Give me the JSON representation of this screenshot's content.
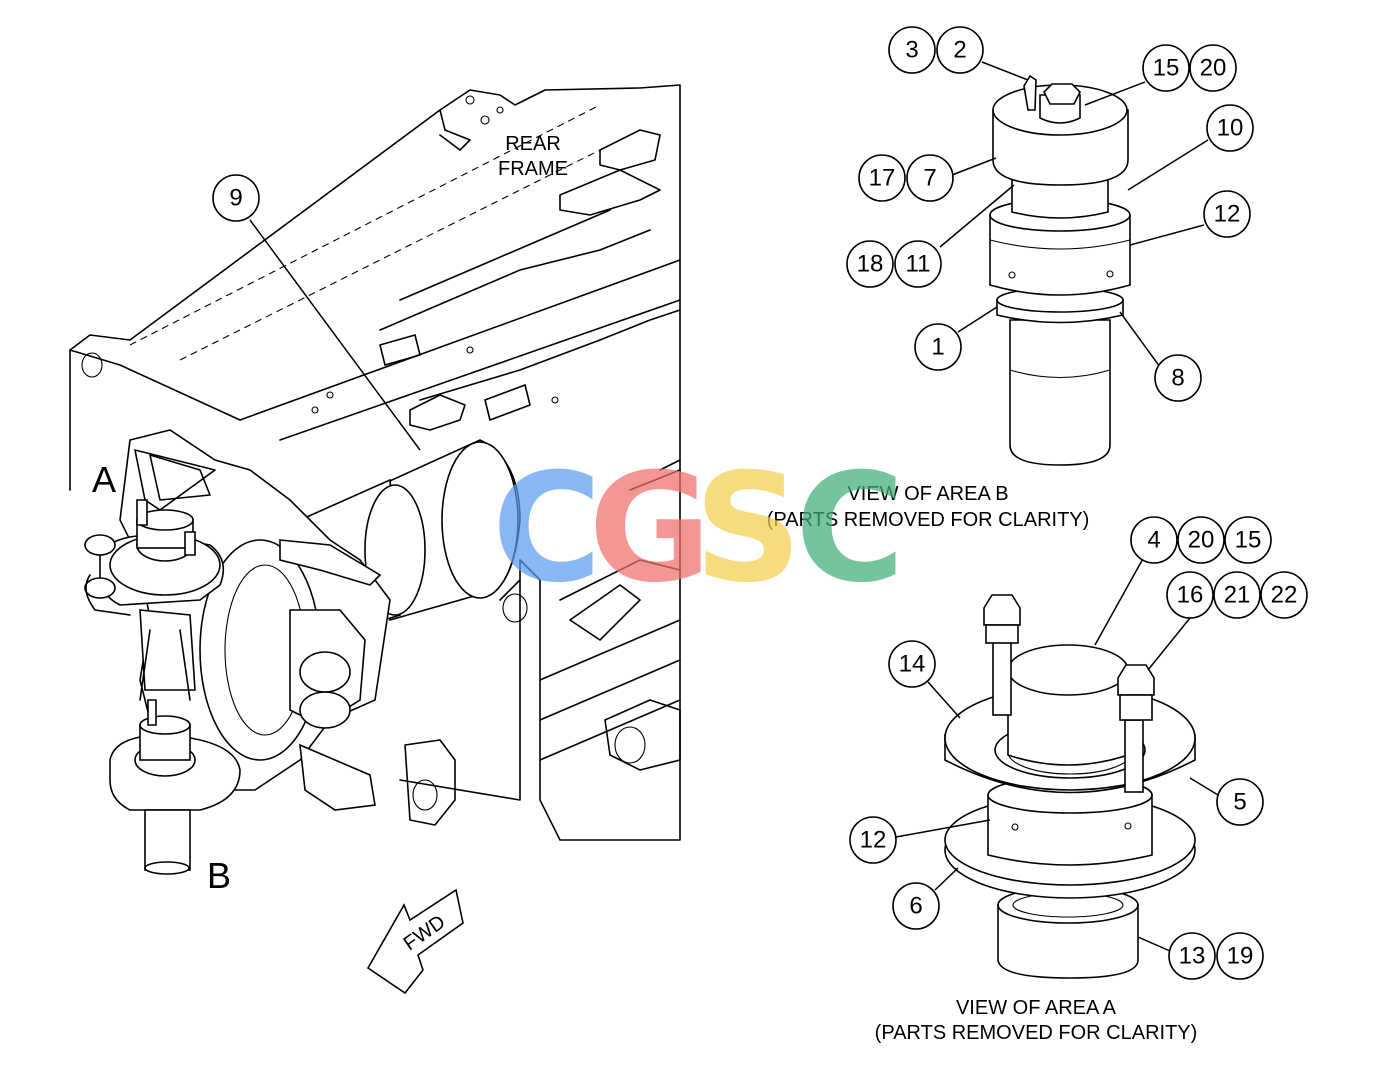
{
  "colors": {
    "line": "#000000",
    "watermark_c1": "#5b9cf0",
    "watermark_g": "#ef6f6c",
    "watermark_s": "#f5cf4c",
    "watermark_c2": "#3fae7a"
  },
  "labels": {
    "rear_frame_line1": "REAR",
    "rear_frame_line2": "FRAME",
    "area_a": "A",
    "area_b": "B",
    "fwd": "FWD",
    "view_b_line1": "VIEW OF AREA B",
    "view_b_line2": "(PARTS REMOVED FOR CLARITY)",
    "view_a_line1": "VIEW OF AREA A",
    "view_a_line2": "(PARTS REMOVED FOR CLARITY)"
  },
  "watermark": {
    "c1": "C",
    "g": "G",
    "s": "S",
    "c2": "C"
  },
  "callouts": {
    "main": [
      "9"
    ],
    "area_b": [
      "3",
      "2",
      "15",
      "20",
      "10",
      "17",
      "7",
      "12",
      "18",
      "11",
      "1",
      "8"
    ],
    "area_a": [
      "4",
      "20",
      "15",
      "16",
      "21",
      "22",
      "14",
      "5",
      "12",
      "6",
      "13",
      "19"
    ]
  }
}
